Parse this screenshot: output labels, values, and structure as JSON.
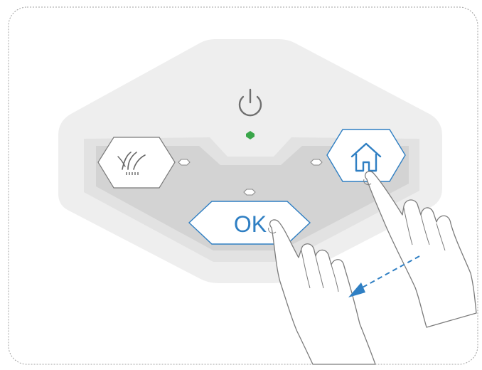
{
  "panel": {
    "buttons": {
      "power": {
        "icon": "power-icon"
      },
      "mow": {
        "icon": "grass-icon"
      },
      "home": {
        "icon": "house-icon",
        "highlighted": true
      },
      "ok": {
        "label": "OK",
        "highlighted": true
      }
    },
    "indicators": {
      "power_led": {
        "color": "#3aa64a",
        "state": "on"
      },
      "mow_led": {
        "state": "off"
      },
      "home_led": {
        "state": "off"
      },
      "ok_led": {
        "state": "off"
      }
    }
  },
  "gesture": {
    "description_icon": "press-both-hands-icon",
    "arrow_direction": "down-left",
    "arrow_color": "#2f7fc3"
  },
  "colors": {
    "accent": "#2f7fc3",
    "panel_outer": "#efefef",
    "panel_mid": "#e3e3e3",
    "panel_inner": "#d4d4d4",
    "frame": "#9a9a9a"
  }
}
